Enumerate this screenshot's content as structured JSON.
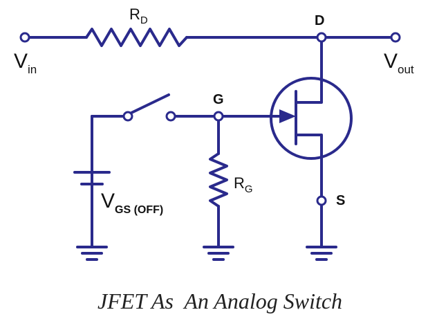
{
  "colors": {
    "wire": "#2a2a8c",
    "text": "#111111",
    "background": "#ffffff"
  },
  "labels": {
    "rd_main": "R",
    "rd_sub": "D",
    "drain": "D",
    "vin_main": "V",
    "vin_sub": "in",
    "vout_main": "V",
    "vout_sub": "out",
    "gate": "G",
    "rg_main": "R",
    "rg_sub": "G",
    "vgs_main": "V",
    "vgs_sub": "GS (OFF)",
    "source": "S"
  },
  "caption": "JFET As  An Analog Switch"
}
